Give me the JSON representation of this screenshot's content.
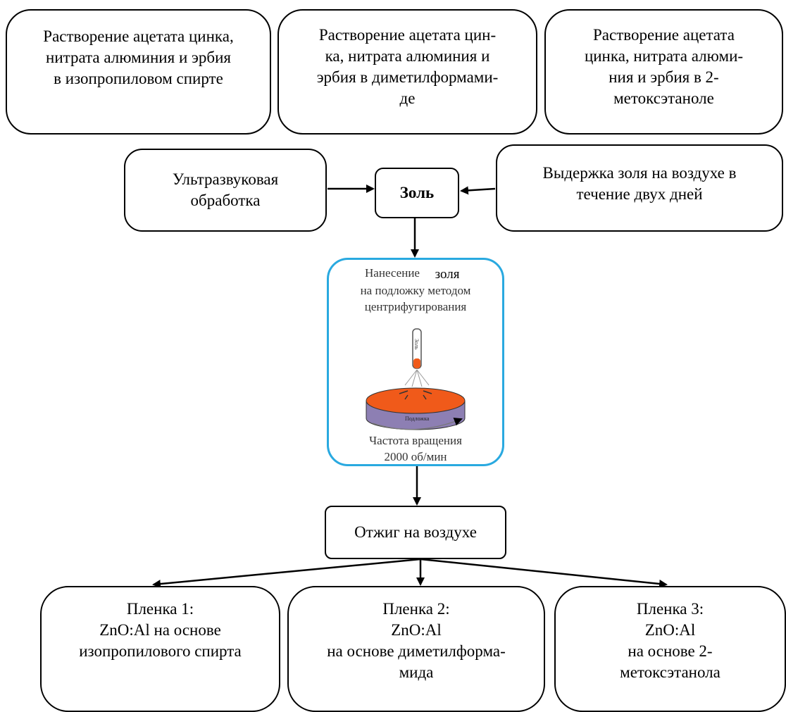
{
  "sources": [
    {
      "text": "Растворение ацетата цинка,\nнитрата алюминия и эрбия\nв изопропиловом спирте"
    },
    {
      "text": "Растворение ацетата цин-\nка, нитрата алюминия и\nэрбия в диметилформами-\nде"
    },
    {
      "text": "Растворение ацетата\nцинка, нитрата алюми-\nния и эрбия в 2-\nметоксэтаноле"
    }
  ],
  "ultrasound": "Ультразвуковая\nобработка",
  "sol": "Золь",
  "aging": "Выдержка золя на воздухе в\nтечение двух дней",
  "spin_coating": {
    "title_a": "Нанесение",
    "title_b": "золя",
    "title_c": "на подложку методом",
    "title_d": "центрифугирования",
    "tube_label": "Золь",
    "substrate_label": "Подложка",
    "rate_a": "Частота вращения",
    "rate_b": "2000 об/мин",
    "colors": {
      "border": "#29a9e0",
      "sol": "#f05a1a",
      "substrate": "#8d7fb3"
    }
  },
  "annealing": "Отжиг на воздухе",
  "films": [
    {
      "text": "Пленка 1:\nZnO:Al на основе\nизопропилового спирта"
    },
    {
      "text": "Пленка 2:\nZnO:Al\nна основе диметилформа-\nмида"
    },
    {
      "text": "Пленка 3:\nZnO:Al\nна основе 2-\nметоксэтанола"
    }
  ]
}
